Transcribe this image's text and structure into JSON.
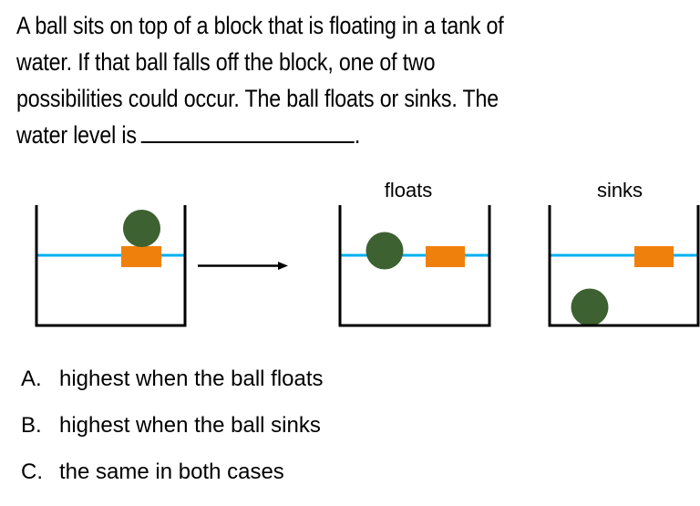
{
  "question": {
    "text": "A ball sits on top of a block that is floating in a tank of water. If that ball falls off the block, one of two possibilities could occur. The ball floats or sinks. The water level is",
    "lines": [
      "A ball sits on top of a block that is floating in a tank of",
      "water. If that ball falls off the block, one of two",
      "possibilities could occur. The ball floats or sinks. The",
      "water level is"
    ],
    "blank_suffix": "."
  },
  "diagram": {
    "labels": {
      "floats": "floats",
      "sinks": "sinks"
    },
    "colors": {
      "ball": "#3d6130",
      "block": "#f0800c",
      "water": "#00b0f0",
      "tank": "#000000"
    },
    "tanks": [
      {
        "name": "initial",
        "ball_position": "on-block"
      },
      {
        "name": "floats",
        "ball_position": "floating-at-surface"
      },
      {
        "name": "sinks",
        "ball_position": "bottom"
      }
    ]
  },
  "options": [
    {
      "letter": "A.",
      "text": "highest when the ball floats"
    },
    {
      "letter": "B.",
      "text": "highest when the ball sinks"
    },
    {
      "letter": "C.",
      "text": "the same in both cases"
    }
  ]
}
